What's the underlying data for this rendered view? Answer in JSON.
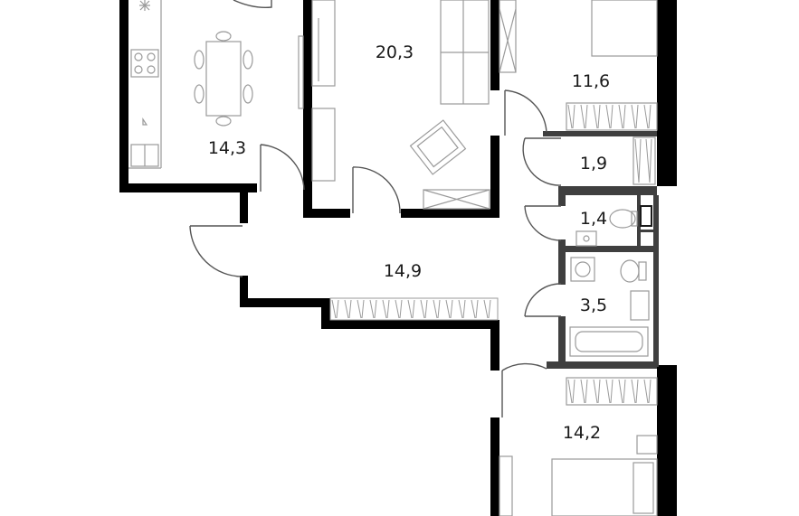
{
  "floorplan": {
    "colors": {
      "wall": "#000000",
      "furniture": "#9a9a9a",
      "interior_wall": "#3f3f3f",
      "background": "#ffffff"
    },
    "rooms": [
      {
        "id": "kitchen",
        "area": "14,3"
      },
      {
        "id": "living-room",
        "area": "20,3"
      },
      {
        "id": "bedroom-north",
        "area": "11,6"
      },
      {
        "id": "storage",
        "area": "1,9"
      },
      {
        "id": "toilet",
        "area": "1,4"
      },
      {
        "id": "hallway",
        "area": "14,9"
      },
      {
        "id": "bathroom",
        "area": "3,5"
      },
      {
        "id": "bedroom-south",
        "area": "14,2"
      }
    ]
  }
}
